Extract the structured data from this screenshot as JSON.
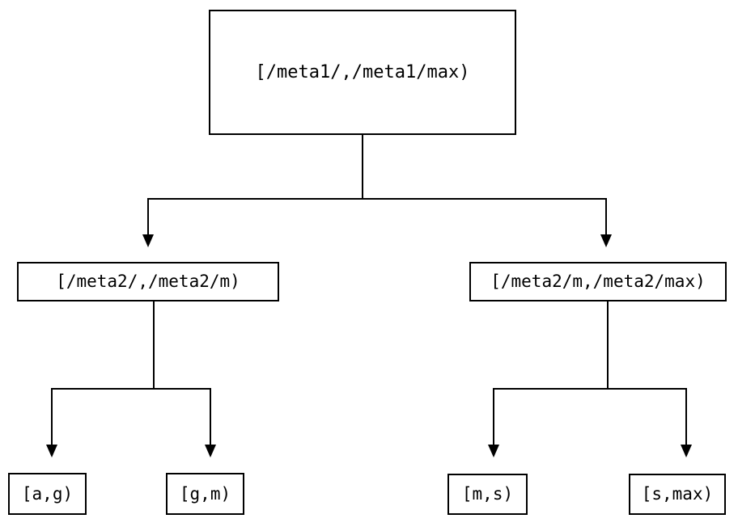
{
  "diagram": {
    "type": "interval-partition-tree",
    "background_color": "#ffffff",
    "line_color": "#000000",
    "nodes": {
      "root": {
        "label": "[/meta1/,/meta1/max)"
      },
      "mid_left": {
        "label": "[/meta2/,/meta2/m)"
      },
      "mid_right": {
        "label": "[/meta2/m,/meta2/max)"
      },
      "leaf_1": {
        "label": "[a,g)"
      },
      "leaf_2": {
        "label": "[g,m)"
      },
      "leaf_3": {
        "label": "[m,s)"
      },
      "leaf_4": {
        "label": "[s,max)"
      }
    },
    "edges": [
      {
        "from": "root",
        "to": "mid_left",
        "arrow": "down"
      },
      {
        "from": "root",
        "to": "mid_right",
        "arrow": "down"
      },
      {
        "from": "mid_left",
        "to": "leaf_1",
        "arrow": "down"
      },
      {
        "from": "mid_left",
        "to": "leaf_2",
        "arrow": "down"
      },
      {
        "from": "mid_right",
        "to": "leaf_3",
        "arrow": "down"
      },
      {
        "from": "mid_right",
        "to": "leaf_4",
        "arrow": "down"
      }
    ]
  }
}
